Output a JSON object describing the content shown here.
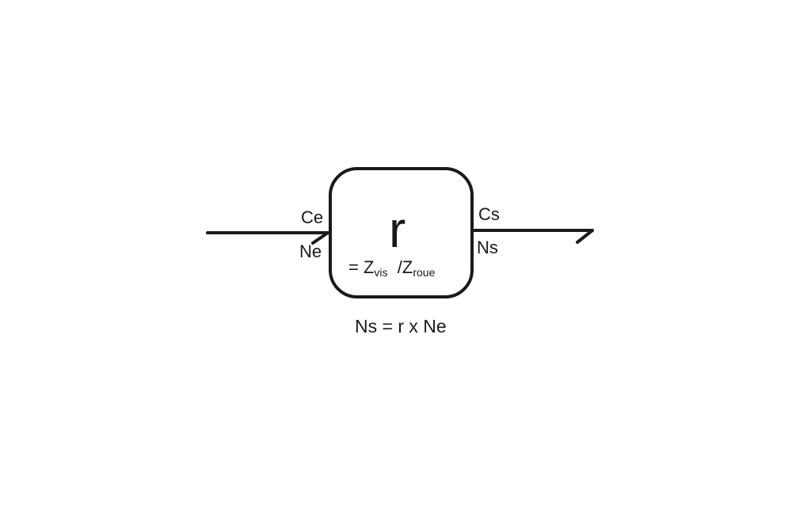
{
  "block": {
    "symbol": "r",
    "formula": {
      "equals": "= ",
      "z1": "Z",
      "z1_sub": "vis",
      "sep": "/",
      "z2": "Z",
      "z2_sub": "roue"
    }
  },
  "input": {
    "torque_label": "Ce",
    "speed_label": "Ne"
  },
  "output": {
    "torque_label": "Cs",
    "speed_label": "Ns"
  },
  "relation": "Ns = r x Ne",
  "colors": {
    "stroke": "#1a1a1a",
    "background": "#ffffff"
  }
}
